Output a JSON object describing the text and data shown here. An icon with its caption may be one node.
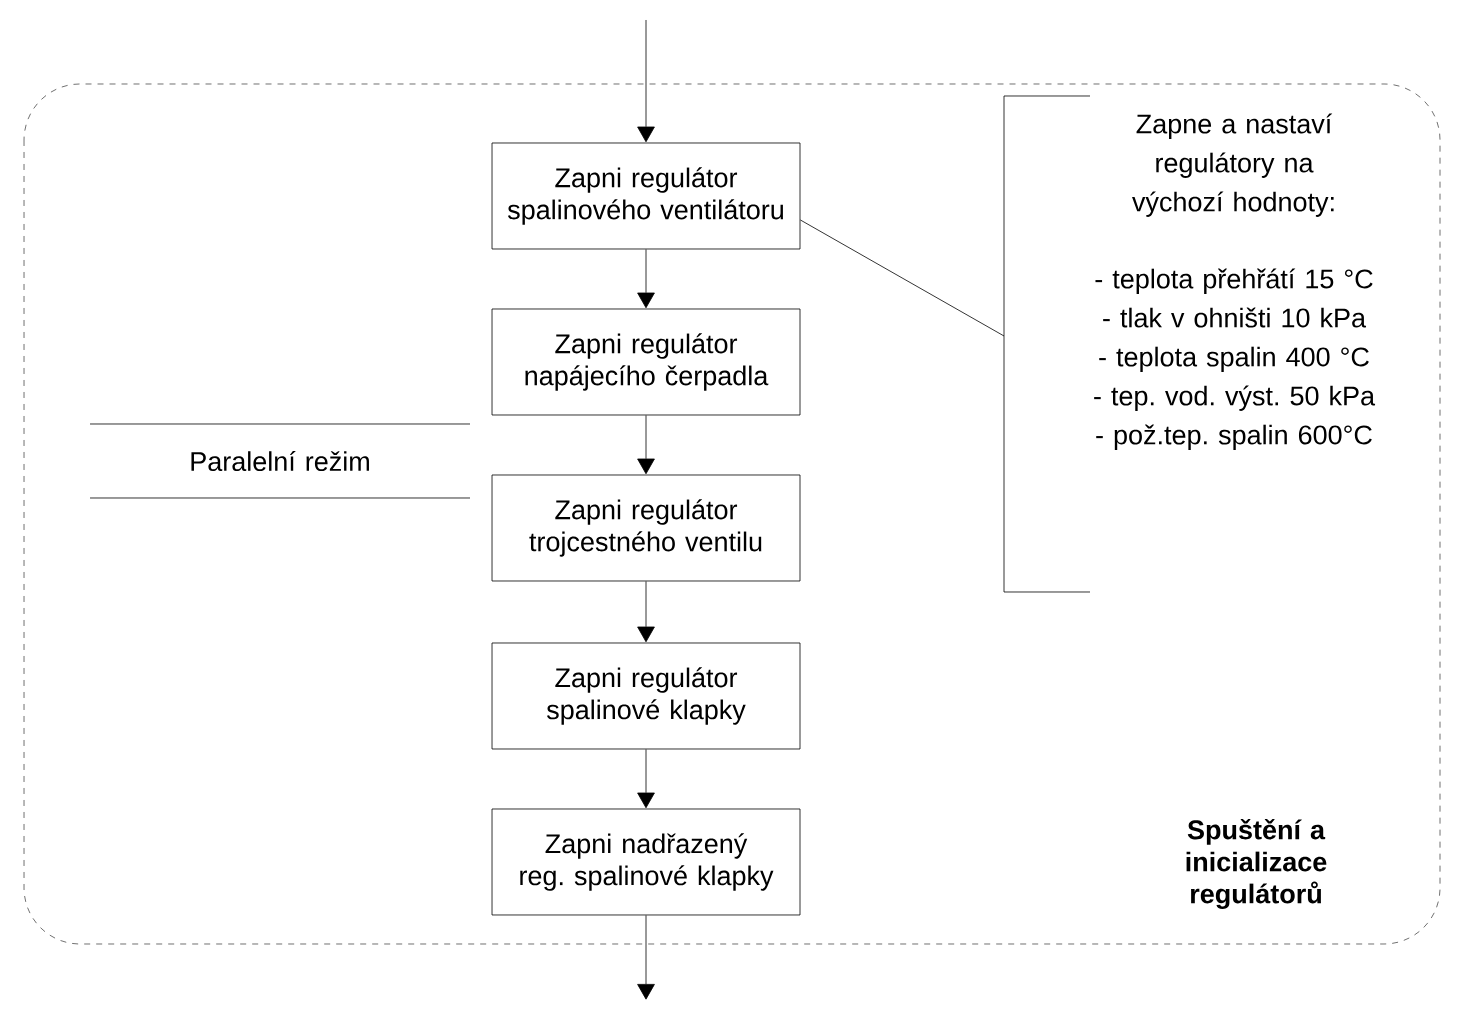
{
  "diagram": {
    "nodes": [
      {
        "text": [
          "Spuštění a inicializace regulátorů"
        ]
      },
      {
        "text": [
          "Zapni regulátor spalinového ventilátoru"
        ],
        "in": 0
      },
      {
        "text": [
          "Zapni regulátor napájecího čerpadla"
        ],
        "in": 0
      },
      {
        "text": [
          "Zapni regulátor trojcestného ventilu"
        ],
        "in": 0
      },
      {
        "text": [
          "Zapni regulátor spalinové klapky"
        ],
        "in": 0
      },
      {
        "text": [
          "Zapni nadřazený reg. spalinové klapky"
        ],
        "in": 0
      },
      {
        "text": [
          "Zapne a nastaví regulátory na výchozí hodnoty:",
          "- teplota přehřátí 15 °C",
          "- tlak v ohništi 10 kPa",
          "- teplota spalin 400 °C",
          "- tep. vod. výst. 50 kPa",
          "- pož.tep. spalin 600°C"
        ],
        "in": 0
      },
      {
        "text": [
          "Paralelní režim"
        ],
        "in": 0
      }
    ],
    "edges": [
      {
        "from": null,
        "to": 1,
        "arrow": "to"
      },
      {
        "from": 1,
        "to": 2,
        "arrow": "to"
      },
      {
        "from": 2,
        "to": 3,
        "arrow": "to"
      },
      {
        "from": 3,
        "to": 4,
        "arrow": "to"
      },
      {
        "from": 4,
        "to": 5,
        "arrow": "to"
      },
      {
        "from": 5,
        "to": null,
        "arrow": "to"
      },
      {
        "from": 6,
        "to": 1,
        "arrow": "none"
      }
    ]
  }
}
